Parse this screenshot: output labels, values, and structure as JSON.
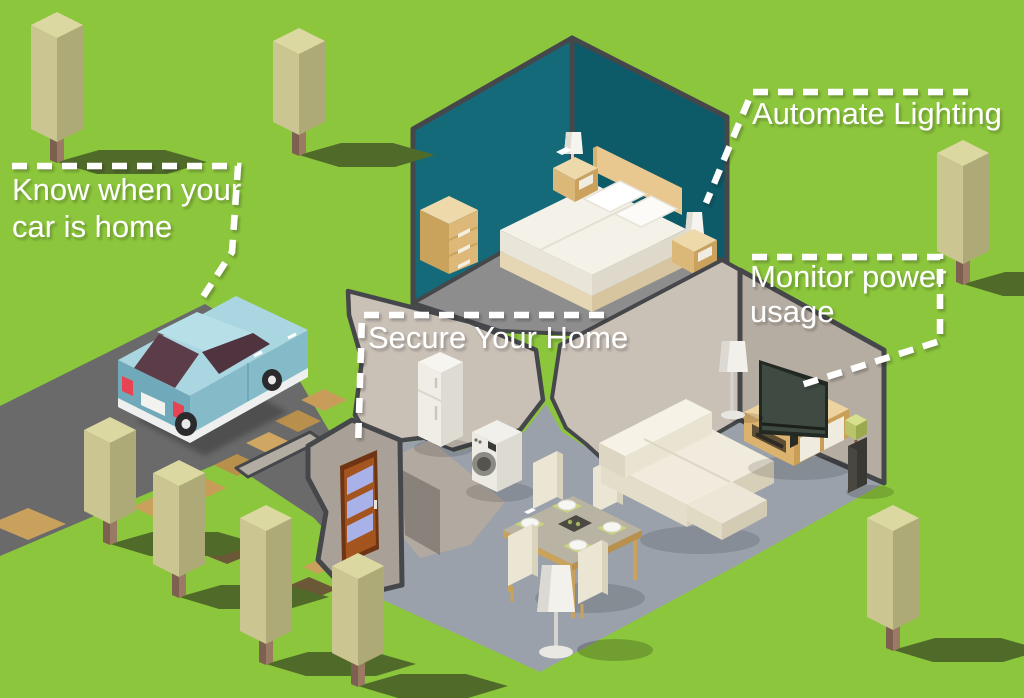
{
  "labels": {
    "car_home": {
      "line1": "Know when your",
      "line2": "car is home"
    },
    "lighting": {
      "text": "Automate Lighting"
    },
    "power": {
      "line1": "Monitor power",
      "line2": "usage"
    },
    "secure": {
      "text": "Secure Your Home"
    }
  },
  "colors": {
    "grass": "#8cc63c",
    "grass_shadow": "#506b29",
    "road": "#6a6a6a",
    "stone_tan": "#c79d59",
    "callout": "#ffffff",
    "outline": "#46474a",
    "bedroom_wall_left": "#156a7a",
    "bedroom_wall_right": "#0d5a69",
    "bedroom_floor": "#8d8d8d",
    "interior_wall": "#c9c0b6",
    "interior_wall_shaded": "#b6ada2",
    "floor": "#9aa1ab",
    "entry_floor": "#b2a9a0",
    "wood": "#d9b472",
    "car_body": "#85bbc8",
    "tree_top": "#dcd8a2"
  }
}
